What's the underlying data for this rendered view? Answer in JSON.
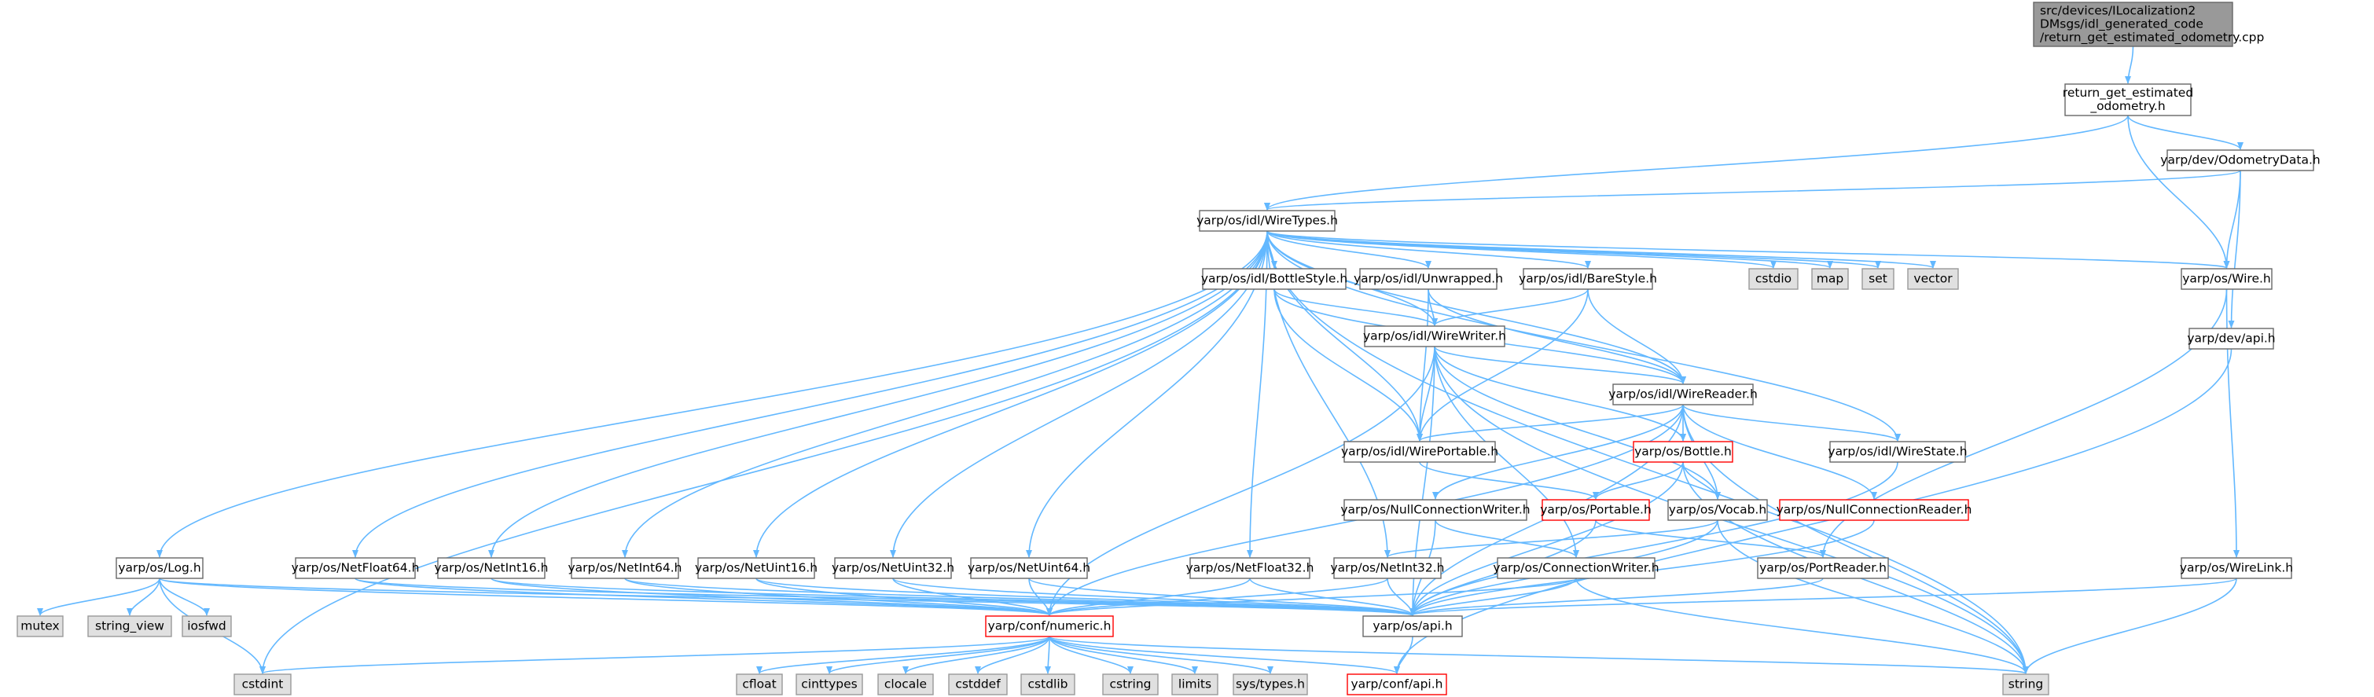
{
  "graph": {
    "colors": {
      "root_fill": "#999999",
      "root_stroke": "#666666",
      "node_fill": "#ffffff",
      "node_stroke": "#666666",
      "ext_fill": "#e0e0e0",
      "ext_stroke": "#999999",
      "red_stroke": "#ff0000",
      "edge": "#63b8ff",
      "text": "#000000"
    },
    "nodes": [
      {
        "id": "root",
        "lines": [
          "src/devices/ILocalization2",
          "DMsgs/idl_generated_code",
          "/return_get_estimated_odometry.cpp"
        ],
        "kind": "root"
      },
      {
        "id": "rgeo",
        "lines": [
          "return_get_estimated",
          "_odometry.h"
        ],
        "kind": "node"
      },
      {
        "id": "odom",
        "lines": [
          "yarp/dev/OdometryData.h"
        ],
        "kind": "node"
      },
      {
        "id": "wiretypes",
        "lines": [
          "yarp/os/idl/WireTypes.h"
        ],
        "kind": "node"
      },
      {
        "id": "devapi",
        "lines": [
          "yarp/dev/api.h"
        ],
        "kind": "node"
      },
      {
        "id": "cstdio",
        "lines": [
          "cstdio"
        ],
        "kind": "ext"
      },
      {
        "id": "map",
        "lines": [
          "map"
        ],
        "kind": "ext"
      },
      {
        "id": "set",
        "lines": [
          "set"
        ],
        "kind": "ext"
      },
      {
        "id": "vector",
        "lines": [
          "vector"
        ],
        "kind": "ext"
      },
      {
        "id": "wire",
        "lines": [
          "yarp/os/Wire.h"
        ],
        "kind": "node"
      },
      {
        "id": "bottlestyle",
        "lines": [
          "yarp/os/idl/BottleStyle.h"
        ],
        "kind": "node"
      },
      {
        "id": "unwrapped",
        "lines": [
          "yarp/os/idl/Unwrapped.h"
        ],
        "kind": "node"
      },
      {
        "id": "barestyle",
        "lines": [
          "yarp/os/idl/BareStyle.h"
        ],
        "kind": "node"
      },
      {
        "id": "wirewriter",
        "lines": [
          "yarp/os/idl/WireWriter.h"
        ],
        "kind": "node"
      },
      {
        "id": "wirereader",
        "lines": [
          "yarp/os/idl/WireReader.h"
        ],
        "kind": "node"
      },
      {
        "id": "wireportable",
        "lines": [
          "yarp/os/idl/WirePortable.h"
        ],
        "kind": "node"
      },
      {
        "id": "bottle",
        "lines": [
          "yarp/os/Bottle.h"
        ],
        "kind": "red"
      },
      {
        "id": "wirestate",
        "lines": [
          "yarp/os/idl/WireState.h"
        ],
        "kind": "node"
      },
      {
        "id": "nullconnwriter",
        "lines": [
          "yarp/os/NullConnectionWriter.h"
        ],
        "kind": "node"
      },
      {
        "id": "portable",
        "lines": [
          "yarp/os/Portable.h"
        ],
        "kind": "red"
      },
      {
        "id": "vocab",
        "lines": [
          "yarp/os/Vocab.h"
        ],
        "kind": "node"
      },
      {
        "id": "nullconnreader",
        "lines": [
          "yarp/os/NullConnectionReader.h"
        ],
        "kind": "red"
      },
      {
        "id": "log",
        "lines": [
          "yarp/os/Log.h"
        ],
        "kind": "node"
      },
      {
        "id": "netfloat64",
        "lines": [
          "yarp/os/NetFloat64.h"
        ],
        "kind": "node"
      },
      {
        "id": "netint16",
        "lines": [
          "yarp/os/NetInt16.h"
        ],
        "kind": "node"
      },
      {
        "id": "netint64",
        "lines": [
          "yarp/os/NetInt64.h"
        ],
        "kind": "node"
      },
      {
        "id": "netuint16",
        "lines": [
          "yarp/os/NetUint16.h"
        ],
        "kind": "node"
      },
      {
        "id": "netuint32",
        "lines": [
          "yarp/os/NetUint32.h"
        ],
        "kind": "node"
      },
      {
        "id": "netuint64",
        "lines": [
          "yarp/os/NetUint64.h"
        ],
        "kind": "node"
      },
      {
        "id": "netfloat32",
        "lines": [
          "yarp/os/NetFloat32.h"
        ],
        "kind": "node"
      },
      {
        "id": "netint32",
        "lines": [
          "yarp/os/NetInt32.h"
        ],
        "kind": "node"
      },
      {
        "id": "connwriter",
        "lines": [
          "yarp/os/ConnectionWriter.h"
        ],
        "kind": "node"
      },
      {
        "id": "portreader",
        "lines": [
          "yarp/os/PortReader.h"
        ],
        "kind": "node"
      },
      {
        "id": "wirelink",
        "lines": [
          "yarp/os/WireLink.h"
        ],
        "kind": "node"
      },
      {
        "id": "mutex",
        "lines": [
          "mutex"
        ],
        "kind": "ext"
      },
      {
        "id": "string_view",
        "lines": [
          "string_view"
        ],
        "kind": "ext"
      },
      {
        "id": "iosfwd",
        "lines": [
          "iosfwd"
        ],
        "kind": "ext"
      },
      {
        "id": "numeric",
        "lines": [
          "yarp/conf/numeric.h"
        ],
        "kind": "red"
      },
      {
        "id": "osapi",
        "lines": [
          "yarp/os/api.h"
        ],
        "kind": "node"
      },
      {
        "id": "cstdint",
        "lines": [
          "cstdint"
        ],
        "kind": "ext"
      },
      {
        "id": "cfloat",
        "lines": [
          "cfloat"
        ],
        "kind": "ext"
      },
      {
        "id": "cinttypes",
        "lines": [
          "cinttypes"
        ],
        "kind": "ext"
      },
      {
        "id": "clocale",
        "lines": [
          "clocale"
        ],
        "kind": "ext"
      },
      {
        "id": "cstddef",
        "lines": [
          "cstddef"
        ],
        "kind": "ext"
      },
      {
        "id": "cstdlib",
        "lines": [
          "cstdlib"
        ],
        "kind": "ext"
      },
      {
        "id": "cstring",
        "lines": [
          "cstring"
        ],
        "kind": "ext"
      },
      {
        "id": "limits",
        "lines": [
          "limits"
        ],
        "kind": "ext"
      },
      {
        "id": "systypes",
        "lines": [
          "sys/types.h"
        ],
        "kind": "ext"
      },
      {
        "id": "confapi",
        "lines": [
          "yarp/conf/api.h"
        ],
        "kind": "red"
      },
      {
        "id": "string",
        "lines": [
          "string"
        ],
        "kind": "ext"
      }
    ],
    "edges": [
      [
        "root",
        "rgeo"
      ],
      [
        "rgeo",
        "wiretypes"
      ],
      [
        "rgeo",
        "odom"
      ],
      [
        "rgeo",
        "wire"
      ],
      [
        "odom",
        "wiretypes"
      ],
      [
        "odom",
        "wire"
      ],
      [
        "odom",
        "devapi"
      ],
      [
        "devapi",
        "confapi"
      ],
      [
        "wiretypes",
        "log"
      ],
      [
        "wiretypes",
        "cstdint"
      ],
      [
        "wiretypes",
        "netfloat64"
      ],
      [
        "wiretypes",
        "netint16"
      ],
      [
        "wiretypes",
        "netint64"
      ],
      [
        "wiretypes",
        "netuint16"
      ],
      [
        "wiretypes",
        "netuint32"
      ],
      [
        "wiretypes",
        "netuint64"
      ],
      [
        "wiretypes",
        "netfloat32"
      ],
      [
        "wiretypes",
        "netint32"
      ],
      [
        "wiretypes",
        "bottlestyle"
      ],
      [
        "wiretypes",
        "unwrapped"
      ],
      [
        "wiretypes",
        "barestyle"
      ],
      [
        "wiretypes",
        "wirewriter"
      ],
      [
        "wiretypes",
        "wirereader"
      ],
      [
        "wiretypes",
        "wireportable"
      ],
      [
        "wiretypes",
        "wirestate"
      ],
      [
        "wiretypes",
        "cstdio"
      ],
      [
        "wiretypes",
        "map"
      ],
      [
        "wiretypes",
        "set"
      ],
      [
        "wiretypes",
        "vector"
      ],
      [
        "wiretypes",
        "wire"
      ],
      [
        "wiretypes",
        "string"
      ],
      [
        "bottlestyle",
        "wirewriter"
      ],
      [
        "bottlestyle",
        "wirereader"
      ],
      [
        "bottlestyle",
        "wireportable"
      ],
      [
        "unwrapped",
        "wirewriter"
      ],
      [
        "unwrapped",
        "wirereader"
      ],
      [
        "unwrapped",
        "wireportable"
      ],
      [
        "barestyle",
        "wirewriter"
      ],
      [
        "barestyle",
        "wirereader"
      ],
      [
        "barestyle",
        "wireportable"
      ],
      [
        "wirewriter",
        "wirereader"
      ],
      [
        "wirewriter",
        "wireportable"
      ],
      [
        "wirewriter",
        "bottle"
      ],
      [
        "wirewriter",
        "vocab"
      ],
      [
        "wirewriter",
        "connwriter"
      ],
      [
        "wirewriter",
        "numeric"
      ],
      [
        "wirewriter",
        "osapi"
      ],
      [
        "wirewriter",
        "string"
      ],
      [
        "wirereader",
        "wireportable"
      ],
      [
        "wirereader",
        "bottle"
      ],
      [
        "wirereader",
        "wirestate"
      ],
      [
        "wirereader",
        "nullconnwriter"
      ],
      [
        "wirereader",
        "nullconnreader"
      ],
      [
        "wirereader",
        "vocab"
      ],
      [
        "wirereader",
        "numeric"
      ],
      [
        "wirereader",
        "osapi"
      ],
      [
        "wirereader",
        "string"
      ],
      [
        "wireportable",
        "portable"
      ],
      [
        "bottle",
        "portable"
      ],
      [
        "bottle",
        "vocab"
      ],
      [
        "bottle",
        "string"
      ],
      [
        "bottle",
        "osapi"
      ],
      [
        "wirestate",
        "osapi"
      ],
      [
        "nullconnwriter",
        "connwriter"
      ],
      [
        "nullconnwriter",
        "osapi"
      ],
      [
        "portable",
        "portreader"
      ],
      [
        "portable",
        "osapi"
      ],
      [
        "vocab",
        "netint32"
      ],
      [
        "vocab",
        "string"
      ],
      [
        "vocab",
        "osapi"
      ],
      [
        "nullconnreader",
        "osapi"
      ],
      [
        "log",
        "mutex"
      ],
      [
        "log",
        "string_view"
      ],
      [
        "log",
        "iosfwd"
      ],
      [
        "log",
        "cstdint"
      ],
      [
        "log",
        "numeric"
      ],
      [
        "log",
        "osapi"
      ],
      [
        "netfloat64",
        "numeric"
      ],
      [
        "netfloat64",
        "osapi"
      ],
      [
        "netint16",
        "numeric"
      ],
      [
        "netint16",
        "osapi"
      ],
      [
        "netint64",
        "numeric"
      ],
      [
        "netint64",
        "osapi"
      ],
      [
        "netuint16",
        "numeric"
      ],
      [
        "netuint16",
        "osapi"
      ],
      [
        "netuint32",
        "numeric"
      ],
      [
        "netuint32",
        "osapi"
      ],
      [
        "netuint64",
        "numeric"
      ],
      [
        "netuint64",
        "osapi"
      ],
      [
        "netfloat32",
        "numeric"
      ],
      [
        "netfloat32",
        "osapi"
      ],
      [
        "netint32",
        "numeric"
      ],
      [
        "netint32",
        "osapi"
      ],
      [
        "connwriter",
        "numeric"
      ],
      [
        "connwriter",
        "osapi"
      ],
      [
        "connwriter",
        "string"
      ],
      [
        "portreader",
        "osapi"
      ],
      [
        "wire",
        "portreader"
      ],
      [
        "wire",
        "wirelink"
      ],
      [
        "wirelink",
        "osapi"
      ],
      [
        "wirelink",
        "string"
      ],
      [
        "numeric",
        "cstdint"
      ],
      [
        "numeric",
        "cfloat"
      ],
      [
        "numeric",
        "cinttypes"
      ],
      [
        "numeric",
        "clocale"
      ],
      [
        "numeric",
        "cstddef"
      ],
      [
        "numeric",
        "cstdlib"
      ],
      [
        "numeric",
        "cstring"
      ],
      [
        "numeric",
        "limits"
      ],
      [
        "numeric",
        "systypes"
      ],
      [
        "numeric",
        "confapi"
      ],
      [
        "numeric",
        "string"
      ],
      [
        "osapi",
        "confapi"
      ]
    ]
  }
}
